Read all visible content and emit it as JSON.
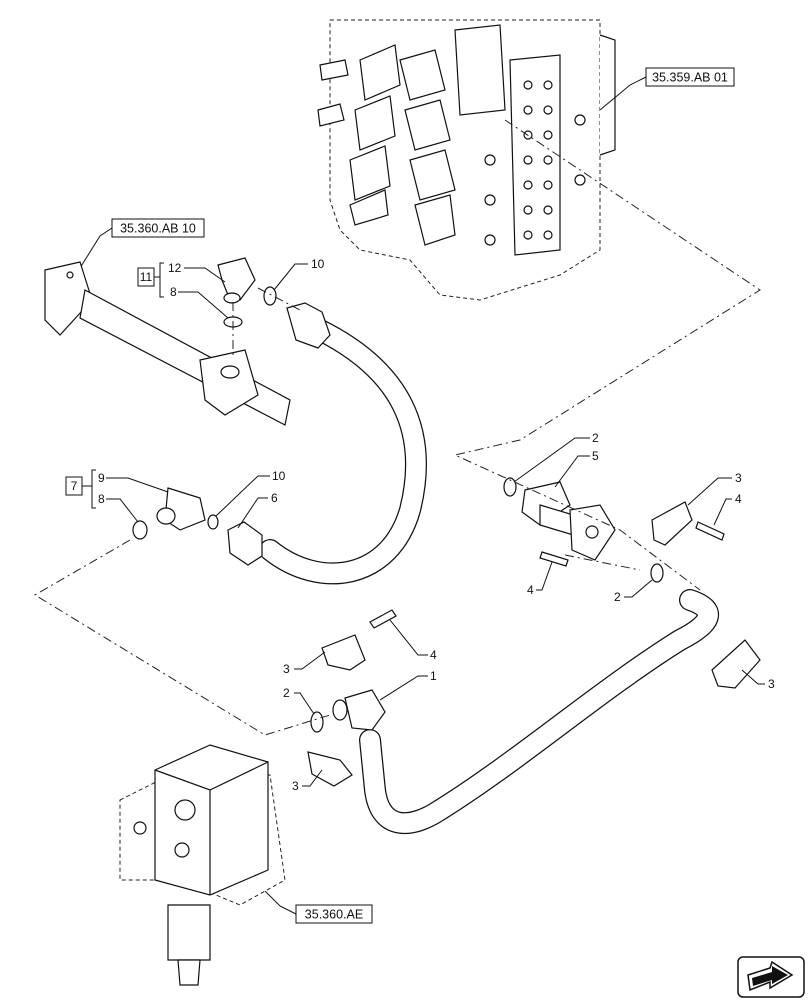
{
  "refs": {
    "r1": "35.359.AB 01",
    "r2": "35.360.AB 10",
    "r3": "35.360.AE"
  },
  "kits": {
    "k11": "11",
    "k7": "7"
  },
  "callouts": {
    "c12": "12",
    "c8a": "8",
    "c10a": "10",
    "c9": "9",
    "c8b": "8",
    "c10b": "10",
    "c6": "6",
    "c2a": "2",
    "c5": "5",
    "c3a": "3",
    "c4a": "4",
    "c4b": "4",
    "c2b": "2",
    "c4c": "4",
    "c3b": "3",
    "c3c": "3",
    "c1": "1",
    "c2c": "2",
    "c3d": "3"
  },
  "icons": {
    "nav": "next-page-arrow-icon"
  }
}
